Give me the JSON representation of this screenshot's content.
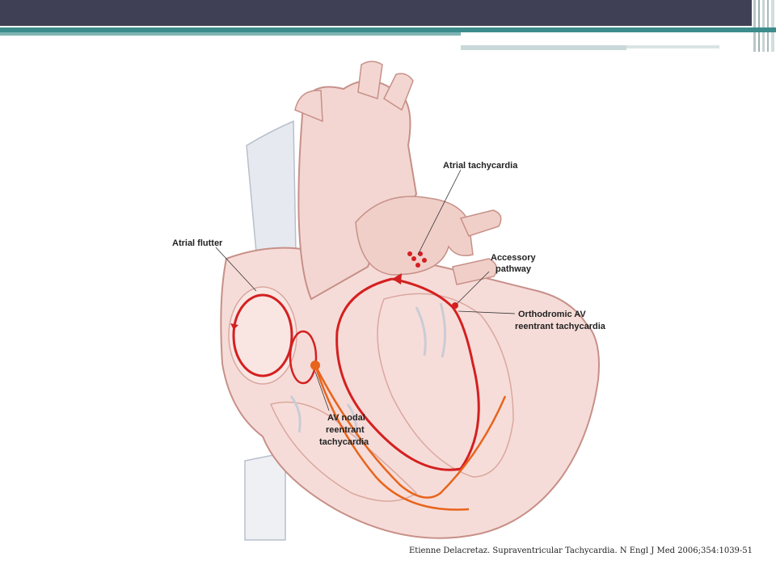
{
  "diagram": {
    "labels": {
      "atrial_tachycardia": "Atrial tachycardia",
      "atrial_flutter": "Atrial flutter",
      "accessory_pathway_1": "Accessory",
      "accessory_pathway_2": "pathway",
      "orthodromic_1": "Orthodromic AV",
      "orthodromic_2": "reentrant tachycardia",
      "avnrt_1": "AV nodal",
      "avnrt_2": "reentrant",
      "avnrt_3": "tachycardia"
    },
    "colors": {
      "tissue_light": "#f6dcd8",
      "tissue_mid": "#eebcb5",
      "tissue_dark": "#d99a92",
      "circuit_red": "#d42020",
      "conduction_orange": "#e8641c",
      "vessel_blue": "#d8dde6"
    }
  },
  "citation": "Etienne Delacretaz. Supraventricular Tachycardia. N Engl J Med 2006;354:1039-51"
}
